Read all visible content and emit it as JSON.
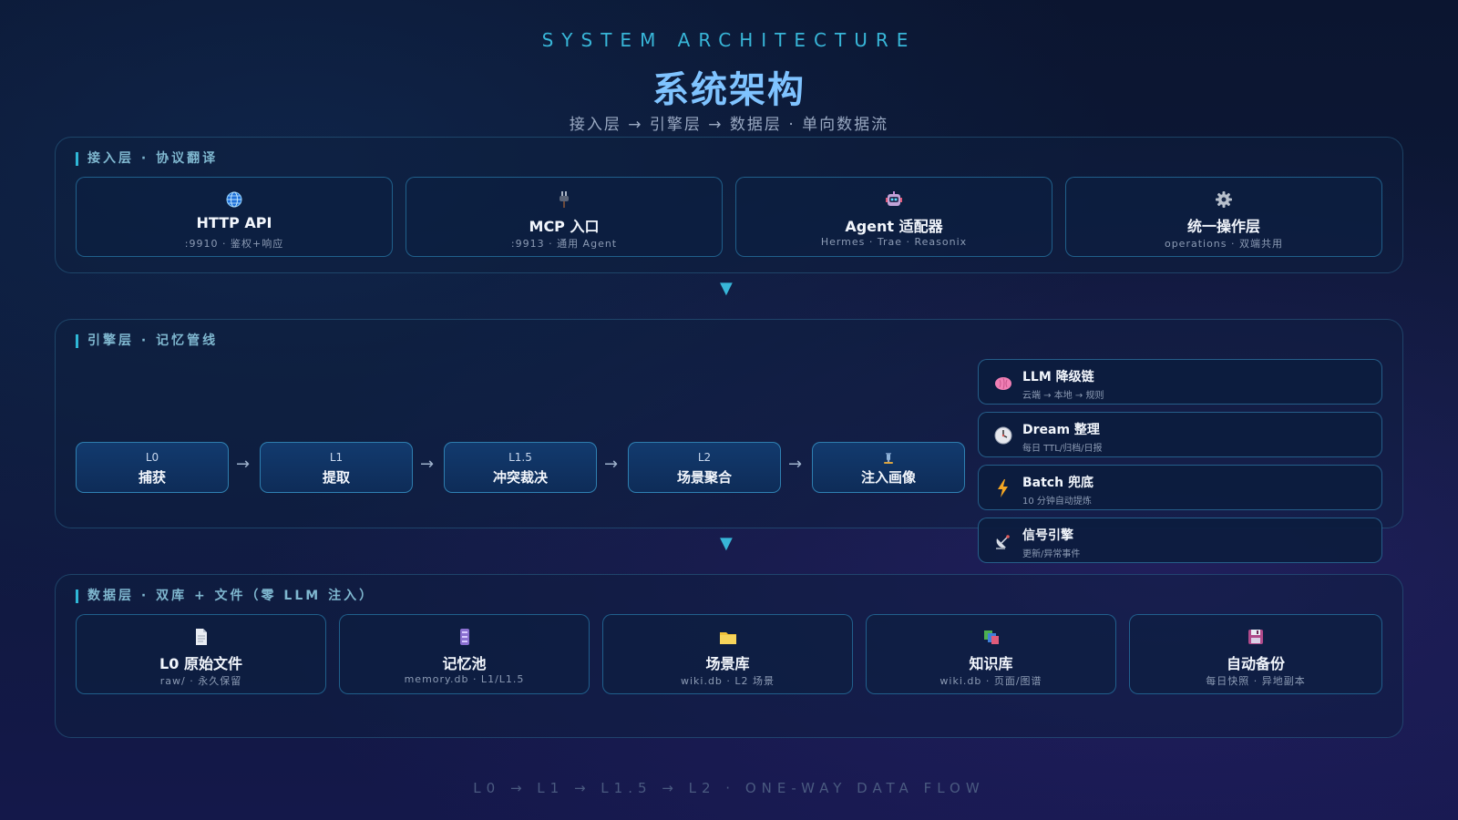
{
  "header": {
    "eyebrow": "SYSTEM ARCHITECTURE",
    "title": "系统架构",
    "subtitle": "接入层 → 引擎层 → 数据层 · 单向数据流"
  },
  "access_layer": {
    "label": "接入层 · 协议翻译",
    "cards": [
      {
        "icon": "globe-icon",
        "title": "HTTP API",
        "sub": ":9910 · 鉴权+响应"
      },
      {
        "icon": "plug-icon",
        "title": "MCP 入口",
        "sub": ":9913 · 通用 Agent"
      },
      {
        "icon": "robot-icon",
        "title": "Agent 适配器",
        "sub": "Hermes · Trae · Reasonix"
      },
      {
        "icon": "gear-icon",
        "title": "统一操作层",
        "sub": "operations · 双端共用"
      }
    ]
  },
  "engine_layer": {
    "label": "引擎层 · 记忆管线",
    "stages": [
      {
        "level": "L0",
        "name": "捕获"
      },
      {
        "level": "L1",
        "name": "提取"
      },
      {
        "level": "L1.5",
        "name": "冲突裁决"
      },
      {
        "level": "L2",
        "name": "场景聚合"
      },
      {
        "level": "",
        "icon": "syringe-icon",
        "name": "注入画像"
      }
    ],
    "side_modules": [
      {
        "icon": "brain-icon",
        "title": "LLM 降级链",
        "sub": "云端 → 本地 → 规则"
      },
      {
        "icon": "clock-icon",
        "title": "Dream 整理",
        "sub": "每日 TTL/归档/日报"
      },
      {
        "icon": "lightning-icon",
        "title": "Batch 兜底",
        "sub": "10 分钟自动提炼"
      },
      {
        "icon": "satellite-icon",
        "title": "信号引擎",
        "sub": "更新/异常事件"
      }
    ]
  },
  "data_layer": {
    "label": "数据层 · 双库 + 文件（零 LLM 注入）",
    "cards": [
      {
        "icon": "document-icon",
        "title": "L0 原始文件",
        "sub": "raw/ · 永久保留"
      },
      {
        "icon": "database-icon",
        "title": "记忆池",
        "sub": "memory.db · L1/L1.5"
      },
      {
        "icon": "folder-icon",
        "title": "场景库",
        "sub": "wiki.db · L2 场景"
      },
      {
        "icon": "books-icon",
        "title": "知识库",
        "sub": "wiki.db · 页面/图谱"
      },
      {
        "icon": "floppy-disk-icon",
        "title": "自动备份",
        "sub": "每日快照 · 异地副本"
      }
    ]
  },
  "flow_arrow": "▼",
  "pipe_arrow": "→",
  "footer": "L0 → L1 → L1.5 → L2 · ONE-WAY DATA FLOW",
  "colors": {
    "accent": "#38b6d8",
    "title": "#7fc3ff",
    "card_border": "#2f96c8"
  }
}
